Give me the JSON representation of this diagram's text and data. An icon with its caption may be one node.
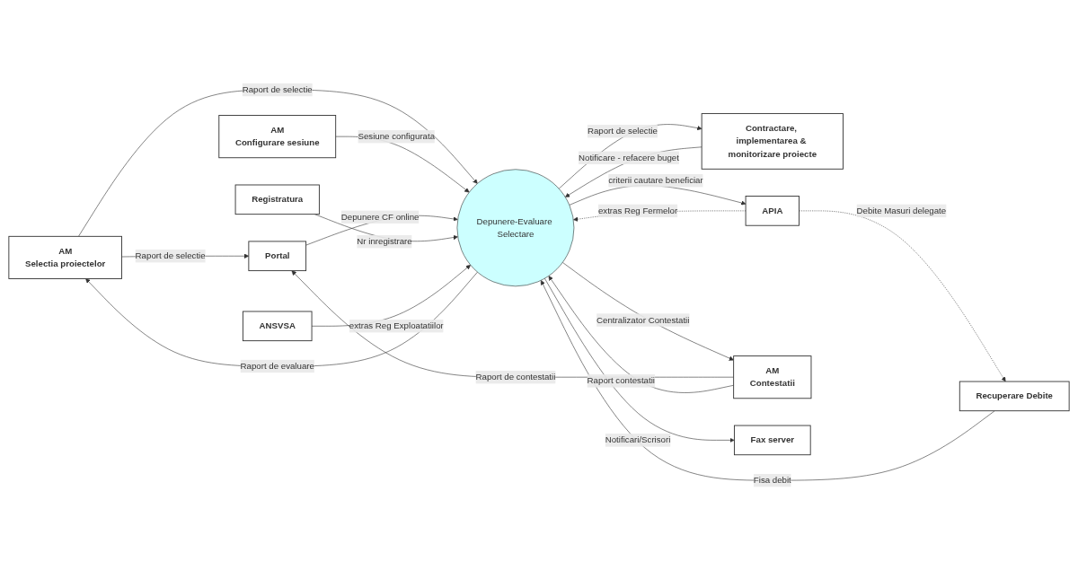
{
  "diagram": {
    "nodes": [
      {
        "text": [
          "AM",
          "Selectia proiectelor"
        ]
      },
      {
        "text": [
          "AM",
          "Configurare sesiune"
        ]
      },
      {
        "text": [
          "Portal"
        ]
      },
      {
        "text": [
          "Contractare, implementarea & monitorizare proiecte"
        ]
      },
      {
        "text": [
          "Depunere-Evaluare Selectare"
        ]
      },
      {
        "text": [
          "APIA"
        ]
      },
      {
        "text": [
          "AM",
          "Contestatii"
        ]
      },
      {
        "text": [
          "Recuperare Debite"
        ]
      },
      {
        "text": [
          "Registratura"
        ]
      },
      {
        "text": [
          "ANSVSA"
        ]
      },
      {
        "text": [
          "Fax server"
        ]
      }
    ],
    "edges": [
      {
        "from": 0,
        "to": 2,
        "arrow": "to",
        "label": "Raport de selectie"
      },
      {
        "from": 0,
        "to": 4,
        "arrow": "to",
        "label": "Raport de selectie"
      },
      {
        "from": 4,
        "to": 0,
        "arrow": "to",
        "label": "Raport de evaluare"
      },
      {
        "from": 1,
        "to": 4,
        "arrow": "to",
        "label": "Sesiune configurata"
      },
      {
        "from": 4,
        "to": 3,
        "arrow": "to",
        "label": "Raport de selectie"
      },
      {
        "from": 3,
        "to": 4,
        "arrow": "to",
        "label": "Notificare - refacere buget"
      },
      {
        "from": 4,
        "to": 5,
        "arrow": "to",
        "label": "criterii cautare beneficiar"
      },
      {
        "from": 6,
        "to": 2,
        "arrow": "to",
        "label": "Raport de contestatii"
      },
      {
        "from": 4,
        "to": 6,
        "arrow": "to",
        "label": "Centralizator Contestatii"
      },
      {
        "from": 2,
        "to": 4,
        "arrow": "to",
        "label": "Depunere CF online"
      },
      {
        "from": 6,
        "to": 4,
        "arrow": "to",
        "label": "Raport contestatii"
      },
      {
        "from": 8,
        "to": 4,
        "arrow": "to",
        "label": "Nr inregistrare"
      },
      {
        "from": 5,
        "to": 7,
        "arrow": "to",
        "label": "Debite Masuri delegate",
        "style": "dashed"
      },
      {
        "from": 7,
        "to": 4,
        "arrow": "to",
        "label": "Fisa debit"
      },
      {
        "from": 5,
        "to": 4,
        "arrow": "to",
        "label": "extras Reg Fermelor",
        "style": "dashed"
      },
      {
        "from": 4,
        "to": 10,
        "arrow": "to",
        "label": "Notificari/Scrisori"
      },
      {
        "from": 9,
        "to": 4,
        "arrow": "to",
        "label": "extras Reg Exploatatiilor"
      }
    ]
  }
}
